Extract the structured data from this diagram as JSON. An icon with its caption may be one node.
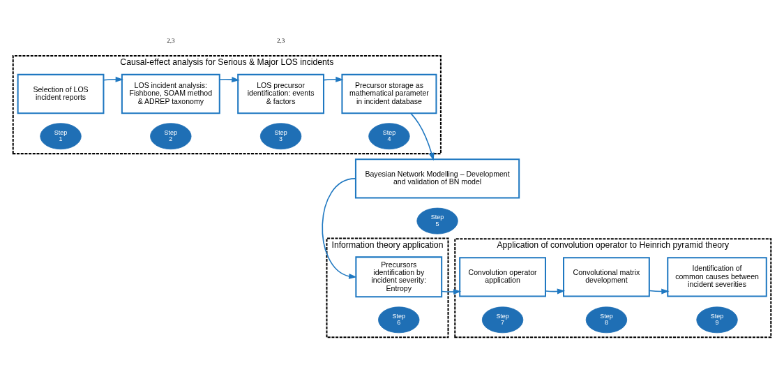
{
  "diagram": {
    "nodes": [
      {
        "text": [
          "Causal-effect analysis for Serious & Major LOS incidents"
        ]
      },
      {
        "text": [
          "Selection of LOS incident reports"
        ],
        "in": 0
      },
      {
        "text": [
          "Step 1"
        ],
        "in": 0
      },
      {
        "text": [
          "LOS incident analysis: Fishbone, SOAM method & ADREP taxonomy"
        ],
        "in": 0
      },
      {
        "text": [
          "Step 2"
        ],
        "in": 0
      },
      {
        "text": [
          "LOS precursor identification: events & factors"
        ],
        "in": 0
      },
      {
        "text": [
          "Step 3"
        ],
        "in": 0
      },
      {
        "text": [
          "Precursor storage as mathematical parameter in incident database"
        ],
        "in": 0
      },
      {
        "text": [
          "Step 4"
        ],
        "in": 0
      },
      {
        "text": [
          "Bayesian Network Modelling – Development and validation of BN model"
        ]
      },
      {
        "text": [
          "Step 5"
        ]
      },
      {
        "text": [
          "Information theory application"
        ]
      },
      {
        "text": [
          "Precursors identification by incident severity: Entropy"
        ],
        "in": 11
      },
      {
        "text": [
          "Step 6"
        ],
        "in": 11
      },
      {
        "text": [
          "Application of convolution operator to Heinrich pyramid theory"
        ]
      },
      {
        "text": [
          "Convolution operator application"
        ],
        "in": 14
      },
      {
        "text": [
          "Step 7"
        ],
        "in": 14
      },
      {
        "text": [
          "Convolutional matrix development"
        ],
        "in": 14
      },
      {
        "text": [
          "Step 8"
        ],
        "in": 14
      },
      {
        "text": [
          "Identification of common causes between incident severities"
        ],
        "in": 14
      },
      {
        "text": [
          "Step 9"
        ],
        "in": 14
      }
    ],
    "edges": [
      {
        "from": 1,
        "to": 3,
        "arrow": "to"
      },
      {
        "from": 3,
        "to": 5,
        "arrow": "to"
      },
      {
        "from": 5,
        "to": 7,
        "arrow": "to"
      },
      {
        "from": 7,
        "to": 9,
        "arrow": "to"
      },
      {
        "from": 9,
        "to": 12,
        "arrow": "to"
      },
      {
        "from": 12,
        "to": 15,
        "arrow": "to"
      },
      {
        "from": 15,
        "to": 17,
        "arrow": "to"
      },
      {
        "from": 17,
        "to": 19,
        "arrow": "to"
      }
    ],
    "labels": [
      "2,3",
      "2,3"
    ]
  }
}
